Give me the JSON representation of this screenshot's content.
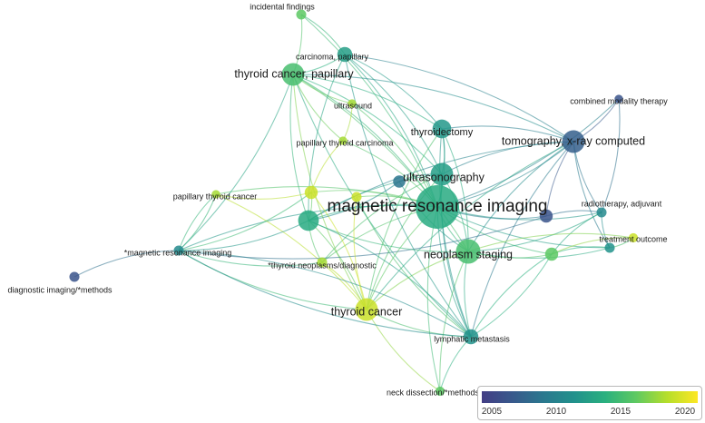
{
  "nodes": [
    {
      "id": "mri",
      "label": "magnetic resonance imaging",
      "year": 2014,
      "weight": 1.0,
      "font": "xl"
    },
    {
      "id": "tomo",
      "label": "tomography, x-ray computed",
      "year": 2007,
      "weight": 0.45,
      "font": "l"
    },
    {
      "id": "neostage",
      "label": "neoplasm staging",
      "year": 2016,
      "weight": 0.5,
      "font": "l"
    },
    {
      "id": "ultrasono",
      "label": "ultrasonography",
      "year": 2013,
      "weight": 0.45,
      "font": "l"
    },
    {
      "id": "thyroidectomy",
      "label": "thyroidectomy",
      "year": 2012.5,
      "weight": 0.35,
      "font": "m"
    },
    {
      "id": "tcp",
      "label": "thyroid cancer, papillary",
      "year": 2016,
      "weight": 0.45,
      "font": "l"
    },
    {
      "id": "tc",
      "label": "thyroid cancer",
      "year": 2020,
      "weight": 0.45,
      "font": "l"
    },
    {
      "id": "lymph",
      "label": "lymphatic metastasis",
      "year": 2012,
      "weight": 0.25,
      "font": "s"
    },
    {
      "id": "carc",
      "label": "carcinoma, papillary",
      "year": 2013,
      "weight": 0.25,
      "font": "s"
    },
    {
      "id": "incid",
      "label": "incidental findings",
      "year": 2017,
      "weight": 0.12,
      "font": "s"
    },
    {
      "id": "ultrasound",
      "label": "ultrasound",
      "year": 2019,
      "weight": 0.08,
      "font": "s"
    },
    {
      "id": "ptc",
      "label": "papillary thyroid carcinoma",
      "year": 2019,
      "weight": 0.08,
      "font": "s"
    },
    {
      "id": "pthc",
      "label": "papillary thyroid cancer",
      "year": 2019,
      "weight": 0.08,
      "font": "s"
    },
    {
      "id": "combined",
      "label": "combined modality therapy",
      "year": 2006,
      "weight": 0.08,
      "font": "s"
    },
    {
      "id": "radio",
      "label": "radiotherapy, adjuvant",
      "year": 2011,
      "weight": 0.12,
      "font": "s"
    },
    {
      "id": "treat",
      "label": "treatment outcome",
      "year": 2012,
      "weight": 0.12,
      "font": "s"
    },
    {
      "id": "starmri",
      "label": "*magnetic resonance imaging",
      "year": 2011,
      "weight": 0.12,
      "font": "s"
    },
    {
      "id": "starneo",
      "label": "*thyroid neoplasms/diagnostic",
      "year": 2019,
      "weight": 0.12,
      "font": "s"
    },
    {
      "id": "diagimg",
      "label": "diagnostic imaging/*methods",
      "year": 2006,
      "weight": 0.12,
      "font": "s"
    },
    {
      "id": "neck",
      "label": "neck dissection/*methods",
      "year": 2017,
      "weight": 0.1,
      "font": "s"
    },
    {
      "id": "u1",
      "label": "",
      "year": 2014,
      "weight": 0.4
    },
    {
      "id": "u2",
      "label": "",
      "year": 2020,
      "weight": 0.2
    },
    {
      "id": "u3",
      "label": "",
      "year": 2006,
      "weight": 0.2
    },
    {
      "id": "u4",
      "label": "",
      "year": 2009,
      "weight": 0.18
    },
    {
      "id": "u5",
      "label": "",
      "year": 2017,
      "weight": 0.2
    },
    {
      "id": "u6",
      "label": "",
      "year": 2020,
      "weight": 0.1
    },
    {
      "id": "u7",
      "label": "",
      "year": 2020,
      "weight": 0.12
    }
  ],
  "edges": [
    [
      "mri",
      "tomo"
    ],
    [
      "mri",
      "neostage"
    ],
    [
      "mri",
      "ultrasono"
    ],
    [
      "mri",
      "thyroidectomy"
    ],
    [
      "mri",
      "tcp"
    ],
    [
      "mri",
      "tc"
    ],
    [
      "mri",
      "lymph"
    ],
    [
      "mri",
      "carc"
    ],
    [
      "mri",
      "incid"
    ],
    [
      "mri",
      "ultrasound"
    ],
    [
      "mri",
      "ptc"
    ],
    [
      "mri",
      "pthc"
    ],
    [
      "mri",
      "combined"
    ],
    [
      "mri",
      "radio"
    ],
    [
      "mri",
      "treat"
    ],
    [
      "mri",
      "starmri"
    ],
    [
      "mri",
      "starneo"
    ],
    [
      "mri",
      "neck"
    ],
    [
      "mri",
      "u1"
    ],
    [
      "mri",
      "u2"
    ],
    [
      "mri",
      "u3"
    ],
    [
      "mri",
      "u5"
    ],
    [
      "mri",
      "u7"
    ],
    [
      "tomo",
      "neostage"
    ],
    [
      "tomo",
      "ultrasono"
    ],
    [
      "tomo",
      "thyroidectomy"
    ],
    [
      "tomo",
      "combined"
    ],
    [
      "tomo",
      "radio"
    ],
    [
      "tomo",
      "treat"
    ],
    [
      "tomo",
      "lymph"
    ],
    [
      "tomo",
      "tcp"
    ],
    [
      "tomo",
      "carc"
    ],
    [
      "tomo",
      "tc"
    ],
    [
      "tomo",
      "u1"
    ],
    [
      "tomo",
      "u3"
    ],
    [
      "neostage",
      "lymph"
    ],
    [
      "neostage",
      "tc"
    ],
    [
      "neostage",
      "thyroidectomy"
    ],
    [
      "neostage",
      "ultrasono"
    ],
    [
      "neostage",
      "radio"
    ],
    [
      "neostage",
      "treat"
    ],
    [
      "neostage",
      "tcp"
    ],
    [
      "neostage",
      "neck"
    ],
    [
      "neostage",
      "u5"
    ],
    [
      "ultrasono",
      "thyroidectomy"
    ],
    [
      "ultrasono",
      "tcp"
    ],
    [
      "ultrasono",
      "carc"
    ],
    [
      "ultrasono",
      "tc"
    ],
    [
      "ultrasono",
      "lymph"
    ],
    [
      "ultrasono",
      "u1"
    ],
    [
      "ultrasono",
      "u4"
    ],
    [
      "ultrasono",
      "starneo"
    ],
    [
      "thyroidectomy",
      "tcp"
    ],
    [
      "thyroidectomy",
      "carc"
    ],
    [
      "thyroidectomy",
      "lymph"
    ],
    [
      "thyroidectomy",
      "tc"
    ],
    [
      "tcp",
      "carc"
    ],
    [
      "tcp",
      "incid"
    ],
    [
      "tcp",
      "lymph"
    ],
    [
      "tcp",
      "tc"
    ],
    [
      "tcp",
      "u1"
    ],
    [
      "tcp",
      "ptc"
    ],
    [
      "tcp",
      "ultrasound"
    ],
    [
      "tc",
      "lymph"
    ],
    [
      "tc",
      "starneo"
    ],
    [
      "tc",
      "u1"
    ],
    [
      "tc",
      "neck"
    ],
    [
      "tc",
      "u2"
    ],
    [
      "tc",
      "pthc"
    ],
    [
      "lymph",
      "neck"
    ],
    [
      "lymph",
      "u1"
    ],
    [
      "lymph",
      "starmri"
    ],
    [
      "lymph",
      "u5"
    ],
    [
      "carc",
      "incid"
    ],
    [
      "carc",
      "u1"
    ],
    [
      "carc",
      "lymph"
    ],
    [
      "starmri",
      "diagimg"
    ],
    [
      "starmri",
      "u1"
    ],
    [
      "starmri",
      "pthc"
    ],
    [
      "starmri",
      "tc"
    ],
    [
      "starmri",
      "tcp"
    ],
    [
      "starmri",
      "u3"
    ],
    [
      "starmri",
      "starneo"
    ],
    [
      "starmri",
      "lymph"
    ],
    [
      "starmri",
      "u2"
    ],
    [
      "u1",
      "u2"
    ],
    [
      "u1",
      "starneo"
    ],
    [
      "u1",
      "neostage"
    ],
    [
      "u1",
      "u4"
    ],
    [
      "radio",
      "treat"
    ],
    [
      "radio",
      "u3"
    ],
    [
      "radio",
      "combined"
    ],
    [
      "radio",
      "u5"
    ],
    [
      "treat",
      "u6"
    ],
    [
      "treat",
      "u5"
    ],
    [
      "u6",
      "u5"
    ],
    [
      "u6",
      "neostage"
    ],
    [
      "ptc",
      "ultrasound"
    ],
    [
      "ptc",
      "u2"
    ],
    [
      "pthc",
      "u2"
    ],
    [
      "pthc",
      "starmri"
    ],
    [
      "u7",
      "lymph"
    ],
    [
      "u7",
      "tc"
    ],
    [
      "u4",
      "neostage"
    ],
    [
      "u5",
      "lymph"
    ]
  ],
  "legend": {
    "ticks": [
      "2005",
      "2010",
      "2015",
      "2020"
    ]
  }
}
